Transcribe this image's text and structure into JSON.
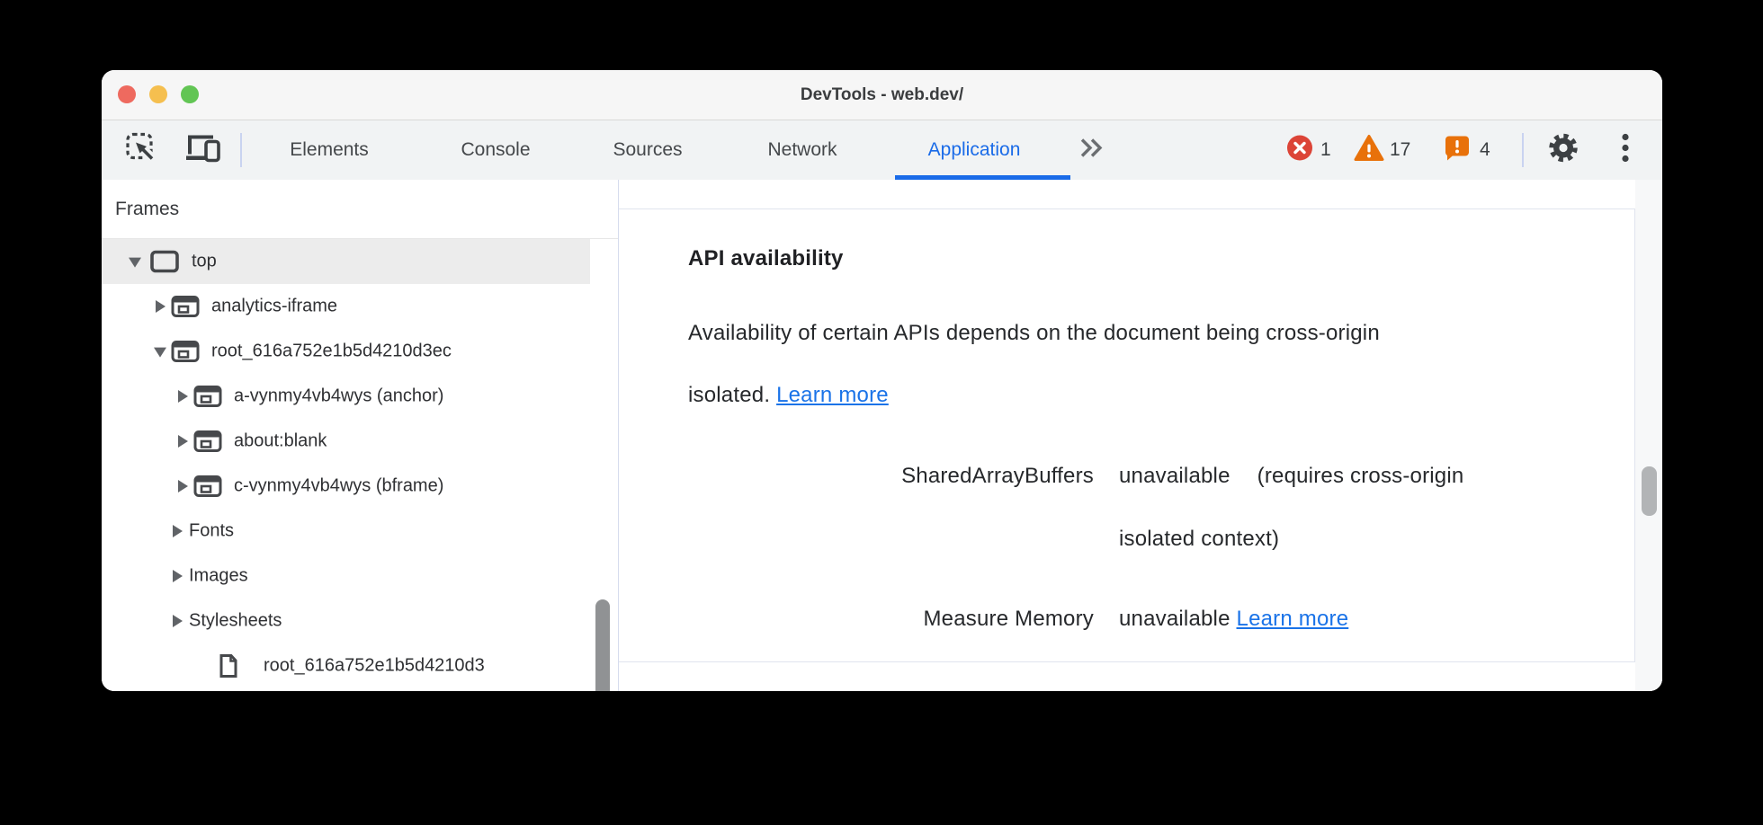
{
  "window": {
    "title": "DevTools - web.dev/"
  },
  "toolbar": {
    "tabs": [
      {
        "label": "Elements",
        "selected": false
      },
      {
        "label": "Console",
        "selected": false
      },
      {
        "label": "Sources",
        "selected": false
      },
      {
        "label": "Network",
        "selected": false
      },
      {
        "label": "Application",
        "selected": true
      }
    ],
    "more_tabs_icon": "chevron-double-right",
    "badges": {
      "errors": "1",
      "warnings": "17",
      "issues": "4"
    }
  },
  "sidebar": {
    "header": "Frames",
    "tree": [
      {
        "label": "top",
        "expanded": true,
        "icon": "frame",
        "selected": true
      },
      {
        "label": "analytics-iframe",
        "expanded": false,
        "icon": "iframe"
      },
      {
        "label": "root_616a752e1b5d4210d3ec",
        "expanded": true,
        "icon": "iframe"
      },
      {
        "label": "a-vynmy4vb4wys (anchor)",
        "expanded": false,
        "icon": "iframe"
      },
      {
        "label": "about:blank",
        "expanded": false,
        "icon": "iframe"
      },
      {
        "label": "c-vynmy4vb4wys (bframe)",
        "expanded": false,
        "icon": "iframe"
      },
      {
        "label": "Fonts",
        "expanded": false,
        "icon": null
      },
      {
        "label": "Images",
        "expanded": false,
        "icon": null
      },
      {
        "label": "Stylesheets",
        "expanded": false,
        "icon": null
      },
      {
        "label": "root_616a752e1b5d4210d3",
        "icon": "document",
        "clipped": true
      }
    ]
  },
  "main": {
    "section": {
      "heading": "API availability",
      "description_line1": "Availability of certain APIs depends on the document being cross-origin",
      "description_line2": "isolated.",
      "description_link": "Learn more",
      "rows": [
        {
          "key": "SharedArrayBuffers",
          "value": "unavailable",
          "note_line1": "(requires cross-origin",
          "note_line2": "isolated context)"
        },
        {
          "key": "Measure Memory",
          "value": "unavailable",
          "link": "Learn more"
        }
      ]
    }
  },
  "colors": {
    "accent": "#1a6be8",
    "link": "#1a73e8",
    "error": "#dc4437",
    "warning": "#e8710a",
    "issues": "#e8710a",
    "selection": "#ececec",
    "toolbar_bg": "#f1f3f4"
  }
}
